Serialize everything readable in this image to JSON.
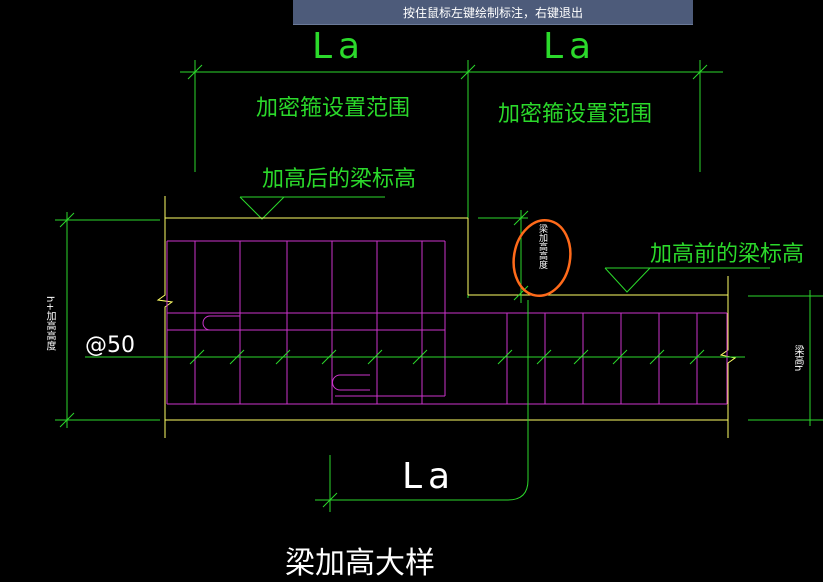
{
  "status_bar": {
    "hint": "按住鼠标左键绘制标注，右键退出"
  },
  "labels": {
    "la_top_left": "La",
    "la_top_right": "La",
    "la_bottom": "La",
    "dense_range_left": "加密箍设置范围",
    "dense_range_right": "加密箍设置范围",
    "after_height": "加高后的梁标高",
    "before_height": "加高前的梁标高",
    "spacing": "@50",
    "left_dim": "h+加高高度",
    "right_dim": "梁高h",
    "mid_dim": "梁加高高度",
    "title": "梁加高大样"
  },
  "colors": {
    "background": "#000000",
    "dimension": "#2bd92b",
    "outline": "#ffff66",
    "rebar": "#cc33cc",
    "annotation": "#ff6a1a"
  }
}
